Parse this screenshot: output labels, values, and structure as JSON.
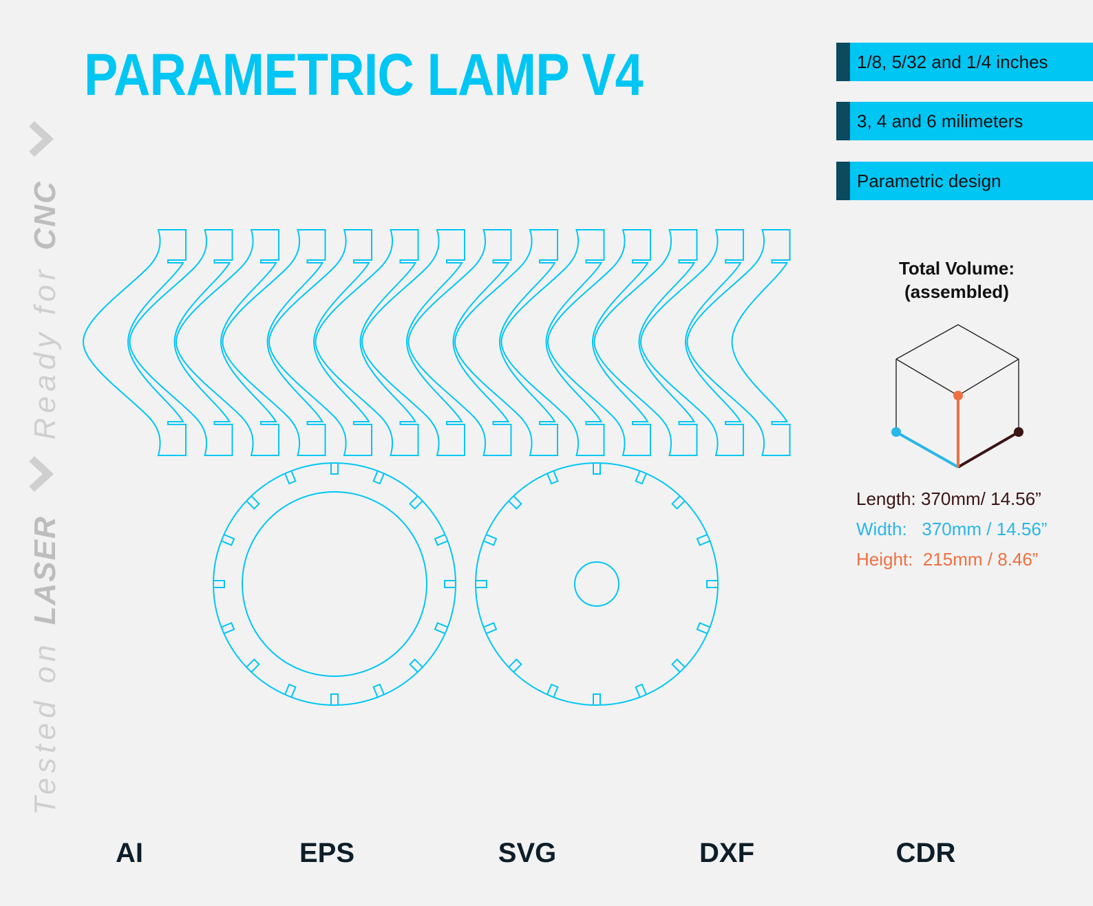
{
  "title": "PARAMETRIC LAMP V4",
  "side_text": {
    "tested_on": "Tested on",
    "laser": "LASER",
    "ready_for": "Ready for",
    "cnc": "CNC"
  },
  "tags": [
    {
      "label": "1/8, 5/32 and 1/4 inches"
    },
    {
      "label": "3, 4 and 6 milimeters"
    },
    {
      "label": "Parametric design"
    }
  ],
  "volume": {
    "title": "Total Volume:",
    "subtitle": "(assembled)",
    "length": "Length: 370mm/ 14.56”",
    "width": "Width:   370mm / 14.56”",
    "height": "Height:  215mm / 8.46”"
  },
  "formats": [
    "AI",
    "EPS",
    "SVG",
    "DXF",
    "CDR"
  ],
  "colors": {
    "accent": "#00c6f4",
    "tag_bar": "#0c4a60",
    "length": "#3b1414",
    "width": "#29b6e8",
    "height": "#ee7043",
    "side_text": "#cfcfcf"
  },
  "icons": [
    "chevron-right-icon",
    "cube-dimension-icon"
  ],
  "parts": {
    "rib_count": 14,
    "ring_tabs": 16,
    "disc_tabs": 16
  }
}
